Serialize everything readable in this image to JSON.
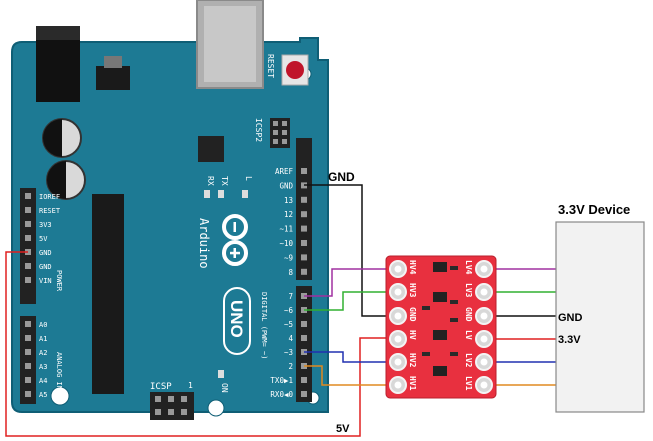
{
  "colors": {
    "board": "#1d7a94",
    "board_edge": "#0f5e75",
    "shifter": "#e8303f",
    "wire_black": "#111111",
    "wire_red": "#e02020",
    "wire_purple": "#a030a0",
    "wire_green": "#30b030",
    "wire_blue": "#2030b0",
    "wire_orange": "#e08a20",
    "device_fill": "#f2f2f2"
  },
  "arduino": {
    "reset_label": "RESET",
    "icsp2_label": "ICSP2",
    "l_label": "L",
    "tx_label": "TX",
    "rx_label": "RX",
    "brand": "Arduino",
    "model": "UNO",
    "on_label": "ON",
    "icsp_label": "ICSP",
    "icsp_pin1": "1",
    "digital_label": "DIGITAL (PWM= ~)",
    "power_label": "POWER",
    "analog_label": "ANALOG IN",
    "left_pins": [
      "IOREF",
      "RESET",
      "3V3",
      "5V",
      "GND",
      "GND",
      "VIN"
    ],
    "analog_pins": [
      "A0",
      "A1",
      "A2",
      "A3",
      "A4",
      "A5"
    ],
    "digital_top": [
      "AREF",
      "GND",
      "13",
      "12",
      "~11",
      "~10",
      "~9",
      "8"
    ],
    "digital_bottom": [
      "7",
      "~6",
      "~5",
      "4",
      "~3",
      "2",
      "TX0▶1",
      "RX0◀0"
    ]
  },
  "shifter": {
    "hv_labels": [
      "HV4",
      "HV3",
      "GND",
      "HV",
      "HV2",
      "HV1"
    ],
    "lv_labels": [
      "LV4",
      "LV3",
      "GND",
      "LV",
      "LV2",
      "LV1"
    ]
  },
  "device": {
    "title": "3.3V Device",
    "gnd_label": "GND",
    "v33_label": "3.3V"
  },
  "wires": {
    "gnd_label": "GND",
    "v5_label": "5V"
  }
}
